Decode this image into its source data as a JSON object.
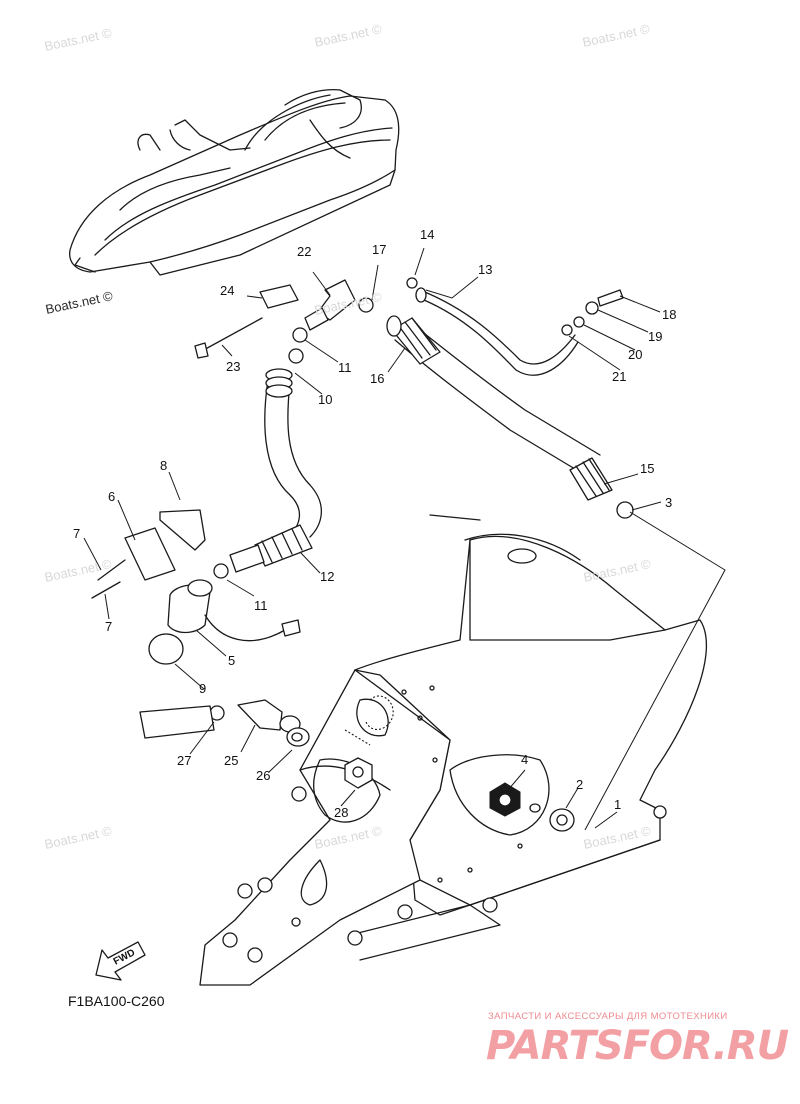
{
  "watermarks": {
    "top_left": "Boats.net ©",
    "top_center": "Boats.net ©",
    "top_right": "Boats.net ©",
    "near_jetski": "Boats.net ©",
    "mid_center": "Boats.net ©",
    "mid_left": "Boats.net ©",
    "mid_right": "Boats.net ©",
    "lower_left": "Boats.net ©",
    "lower_center": "Boats.net ©",
    "lower_right": "Boats.net ©"
  },
  "callouts": {
    "c1": "1",
    "c2": "2",
    "c3": "3",
    "c4": "4",
    "c5": "5",
    "c6": "6",
    "c7a": "7",
    "c7b": "7",
    "c8": "8",
    "c9": "9",
    "c10": "10",
    "c11a": "11",
    "c11b": "11",
    "c12": "12",
    "c13": "13",
    "c14": "14",
    "c15": "15",
    "c16": "16",
    "c17": "17",
    "c18": "18",
    "c19": "19",
    "c20": "20",
    "c21": "21",
    "c22": "22",
    "c23": "23",
    "c24": "24",
    "c25": "25",
    "c26": "26",
    "c27": "27",
    "c28": "28"
  },
  "figure_code": "F1BA100-C260",
  "fwd_label": "FWD",
  "brand": {
    "tagline": "ЗАПЧАСТИ И АКСЕССУАРЫ ДЛЯ МОТОТЕХНИКИ",
    "logo_text": "PARTSFOR.RU",
    "logo_color": "#f3a0a5"
  }
}
